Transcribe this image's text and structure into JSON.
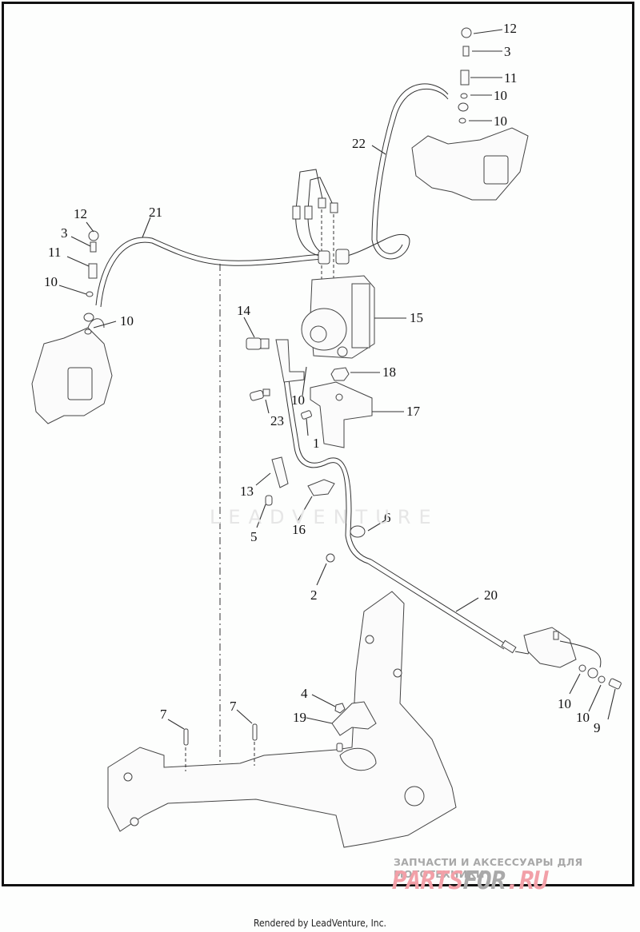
{
  "diagram": {
    "type": "exploded-parts-diagram",
    "subject": "ABS brake lines and hydraulic unit assembly",
    "callouts": [
      {
        "id": "c12a",
        "number": "12"
      },
      {
        "id": "c3a",
        "number": "3"
      },
      {
        "id": "c11a",
        "number": "11"
      },
      {
        "id": "c10a",
        "number": "10"
      },
      {
        "id": "c10b",
        "number": "10"
      },
      {
        "id": "c22",
        "number": "22"
      },
      {
        "id": "c12b",
        "number": "12"
      },
      {
        "id": "c21",
        "number": "21"
      },
      {
        "id": "c3b",
        "number": "3"
      },
      {
        "id": "c11b",
        "number": "11"
      },
      {
        "id": "c10c",
        "number": "10"
      },
      {
        "id": "c10d",
        "number": "10"
      },
      {
        "id": "c14",
        "number": "14"
      },
      {
        "id": "c15",
        "number": "15"
      },
      {
        "id": "c18",
        "number": "18"
      },
      {
        "id": "c10e",
        "number": "10"
      },
      {
        "id": "c17",
        "number": "17"
      },
      {
        "id": "c23",
        "number": "23"
      },
      {
        "id": "c1",
        "number": "1"
      },
      {
        "id": "c13",
        "number": "13"
      },
      {
        "id": "c5",
        "number": "5"
      },
      {
        "id": "c16",
        "number": "16"
      },
      {
        "id": "c6",
        "number": "6"
      },
      {
        "id": "c2",
        "number": "2"
      },
      {
        "id": "c20",
        "number": "20"
      },
      {
        "id": "c10f",
        "number": "10"
      },
      {
        "id": "c10g",
        "number": "10"
      },
      {
        "id": "c9",
        "number": "9"
      },
      {
        "id": "c4",
        "number": "4"
      },
      {
        "id": "c19",
        "number": "19"
      },
      {
        "id": "c7a",
        "number": "7"
      },
      {
        "id": "c7b",
        "number": "7"
      }
    ]
  },
  "watermark": "LEADVENTURE",
  "store": {
    "tagline": "ЗАПЧАСТИ И АКСЕССУАРЫ ДЛЯ МОТОТЕХНИКИ",
    "logo_part1": "PARTS",
    "logo_part2": "FOR",
    "logo_part3": ".RU"
  },
  "footer": "Rendered by LeadVenture, Inc."
}
